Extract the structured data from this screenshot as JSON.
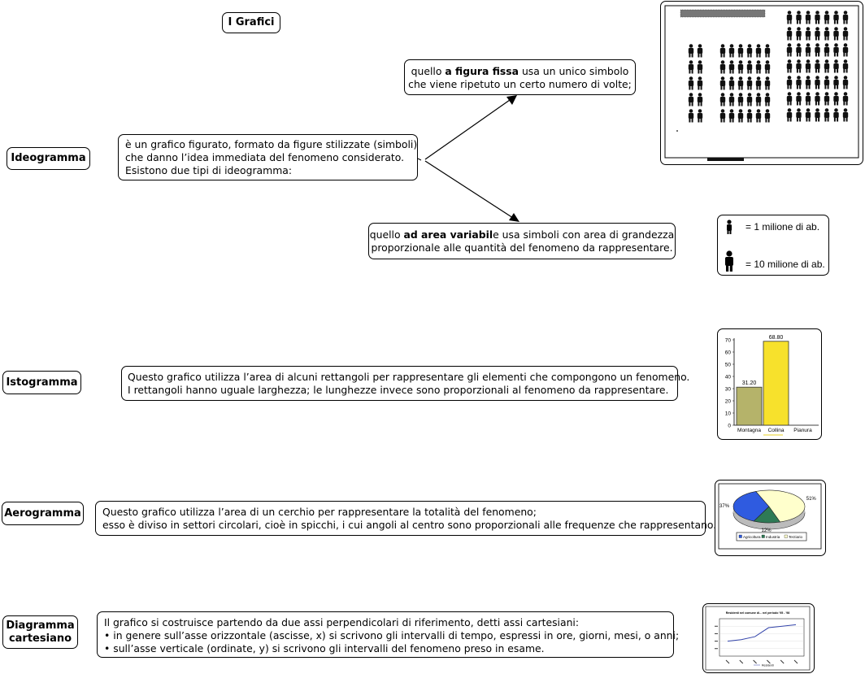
{
  "title": "I Grafici",
  "ideogramma": {
    "label": "Ideogramma",
    "description": [
      "è un grafico figurato, formato da figure stilizzate (simboli)",
      "che danno l’idea immediata del fenomeno considerato.",
      "Esistono due tipi di ideogramma:"
    ],
    "fissa": {
      "pre": "quello ",
      "bold": "a figura fissa",
      "post": " usa un unico simbolo",
      "line2": "che viene ripetuto un certo numero di volte;"
    },
    "variabile": {
      "pre": "quello ",
      "bold": "ad area variabil",
      "post": "e usa simboli con area di grandezza",
      "line2": "proporzionale alle quantità del fenomeno da rappresentare."
    },
    "legend": [
      "= 1 milione di ab.",
      "= 10 milione di ab."
    ]
  },
  "istogramma": {
    "label": "Istogramma",
    "description": [
      "Questo grafico utilizza l’area di alcuni rettangoli per rappresentare gli elementi che compongono un fenomeno.",
      " I rettangoli hanno uguale larghezza; le lunghezze invece sono proporzionali al fenomeno da rappresentare."
    ],
    "chart": {
      "categories": [
        "Montagna",
        "Collina",
        "Pianura"
      ],
      "values": [
        31.2,
        68.8,
        0
      ],
      "value_labels": [
        "31.20",
        "68.80",
        ""
      ],
      "yticks": [
        "0",
        "10",
        "20",
        "30",
        "40",
        "50",
        "60",
        "70"
      ]
    }
  },
  "aerogramma": {
    "label": "Aerogramma",
    "description": [
      "Questo grafico utilizza l’area di un cerchio per rappresentare la totalità del fenomeno;",
      "esso è diviso in settori circolari, cioè in spicchi, i cui angoli al centro sono proporzionali alle frequenze che rappresentano."
    ],
    "chart": {
      "slices": [
        {
          "name": "Agricoltura",
          "pct": "37%",
          "value": 37,
          "color": "#2f5be0"
        },
        {
          "name": "Industria",
          "pct": "12%",
          "value": 12,
          "color": "#2e7a55"
        },
        {
          "name": "Terziario",
          "pct": "51%",
          "value": 51,
          "color": "#ffffcc"
        }
      ]
    }
  },
  "cartesiano": {
    "label": [
      "Diagramma",
      "cartesiano"
    ],
    "description": [
      "Il grafico si costruisce partendo da due assi perpendicolari di riferimento, detti assi cartesiani:",
      "• in genere sull’asse orizzontale (ascisse, x) si scrivono gli intervalli di tempo, espressi in ore, giorni, mesi, o anni;",
      "• sull’asse verticale (ordinate, y) si scrivono gli intervalli del fenomeno preso in esame."
    ],
    "chart": {
      "title": "Residenti nel comune di... nel periodo '95 - '98",
      "legend": "Residenti",
      "values": [
        10,
        11,
        13,
        19,
        20,
        21
      ]
    }
  }
}
